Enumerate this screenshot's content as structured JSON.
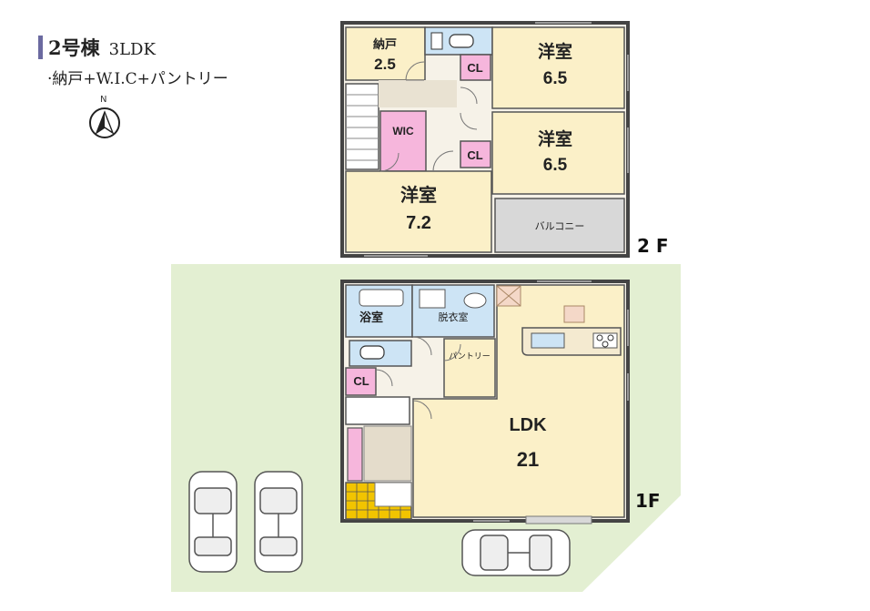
{
  "header": {
    "title": "2号棟",
    "type": "3LDK",
    "subtitle": "·納戸+W.I.C+パントリー",
    "compass_label": "N"
  },
  "floor2": {
    "label": "2 F",
    "rooms": {
      "storage_name": "納戸",
      "storage_size": "2.5",
      "room_ne_name": "洋室",
      "room_ne_size": "6.5",
      "room_e_name": "洋室",
      "room_e_size": "6.5",
      "room_sw_name": "洋室",
      "room_sw_size": "7.2",
      "wic": "WIC",
      "cl1": "CL",
      "cl2": "CL",
      "balcony": "バルコニー"
    }
  },
  "floor1": {
    "label": "1F",
    "rooms": {
      "bath": "浴室",
      "dressing": "脱衣室",
      "pantry": "パントリー",
      "cl": "CL",
      "ldk_name": "LDK",
      "ldk_size": "21"
    }
  },
  "colors": {
    "room": "#fbf0c8",
    "wet": "#cde4f5",
    "closet": "#f6b6dc",
    "balcony": "#d8d8d8",
    "lot": "#e3efd2",
    "wall": "#444444",
    "entrance": "#f2c400"
  }
}
